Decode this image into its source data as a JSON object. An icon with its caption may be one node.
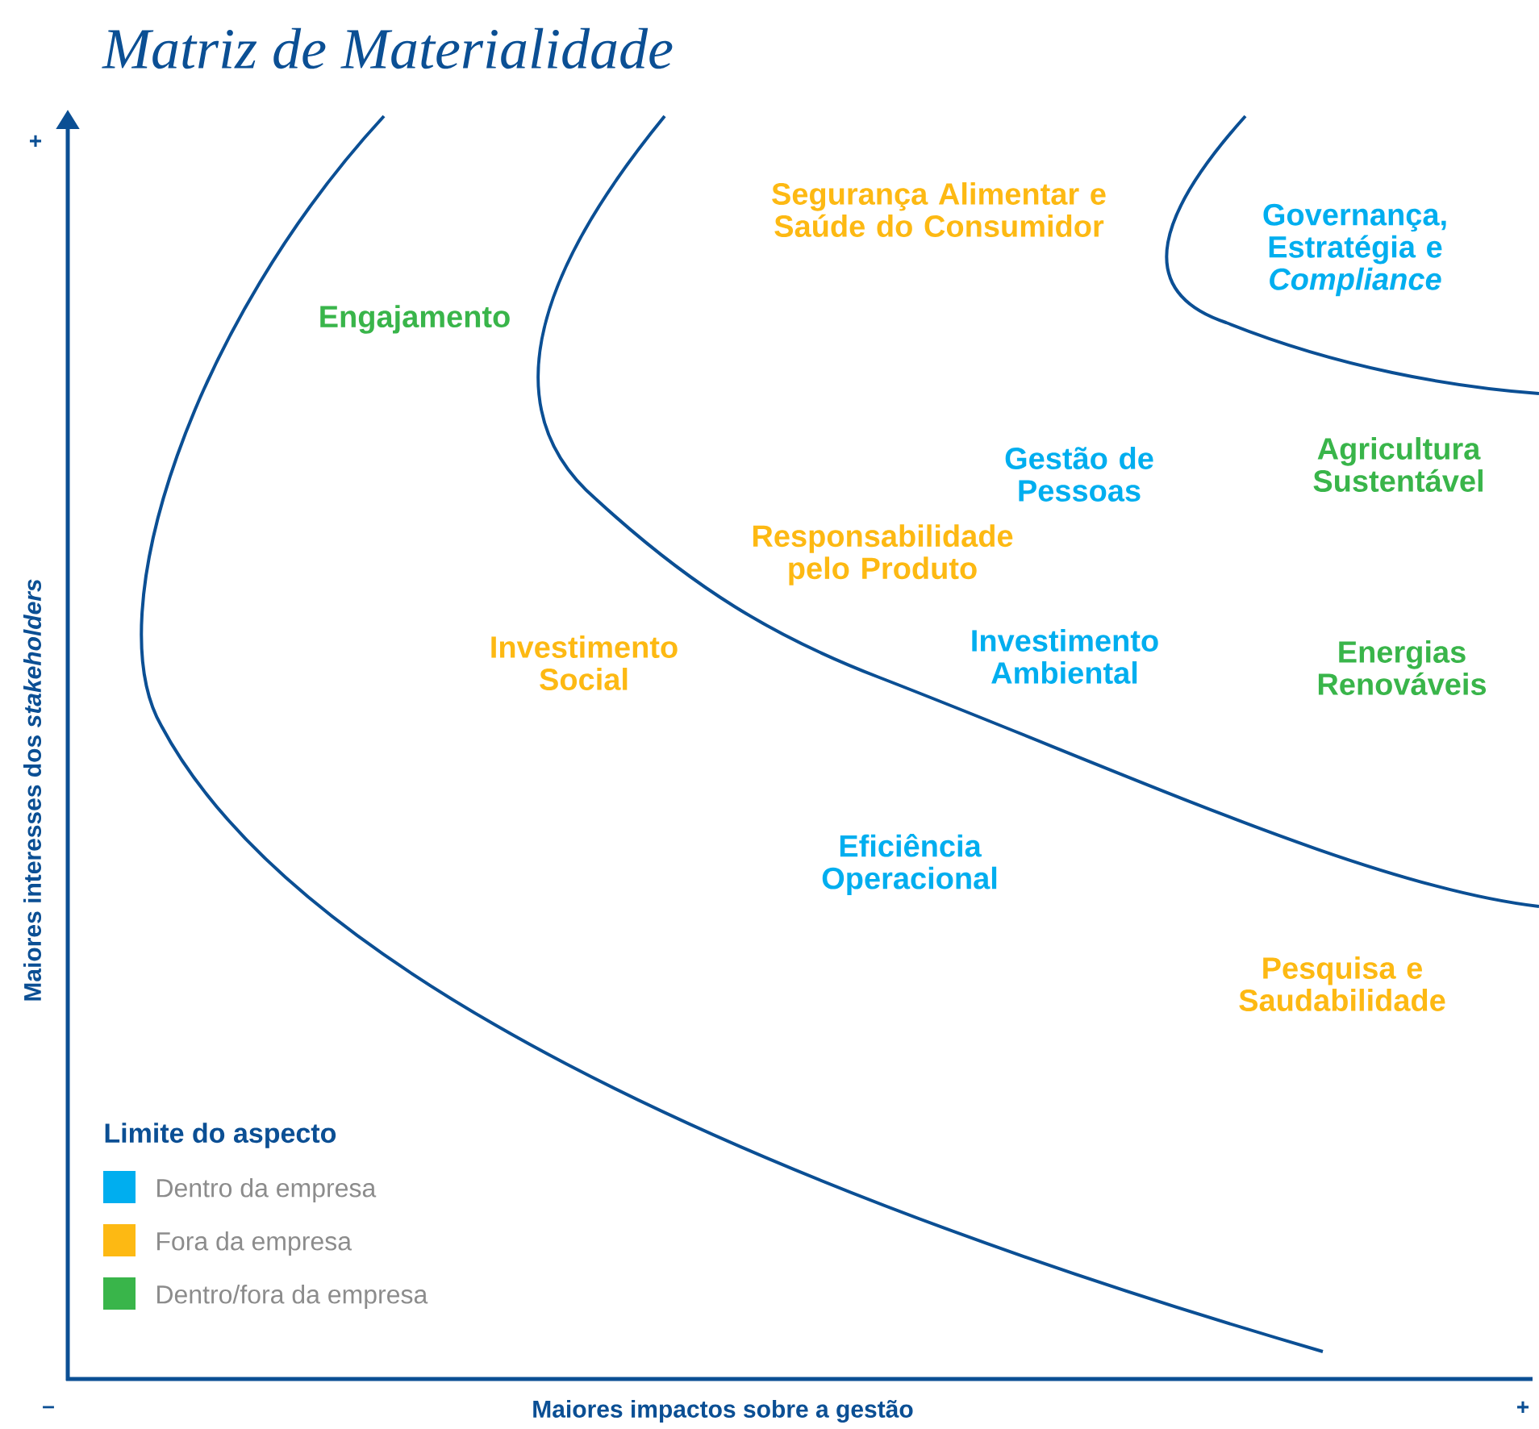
{
  "diagram": {
    "title": "Matriz de Materialidade",
    "labels": [
      "+",
      "Segurança Alimentar e Saúde do Consumidor",
      "Governança, Estratégia e *Compliance*",
      "Engajamento",
      "Gestão de Pessoas",
      "Agricultura Sustentável",
      "Responsabilidade pelo Produto",
      "Investimento Social",
      "Investimento Ambiental",
      "Energias Renováveis",
      "Eficiência Operacional",
      "Pesquisa e Saudabilidade",
      "Maiores interesses dos *stakeholders*",
      "Limite do aspecto",
      "–",
      "Maiores impactos sobre a gestão",
      "+"
    ],
    "legend": [
      {
        "text": "Dentro da empresa",
        "color": "#00aeef"
      },
      {
        "text": "Fora da empresa",
        "color": "#fdb913"
      },
      {
        "text": "Dentro/fora da empresa",
        "color": "#39b54a"
      }
    ]
  }
}
